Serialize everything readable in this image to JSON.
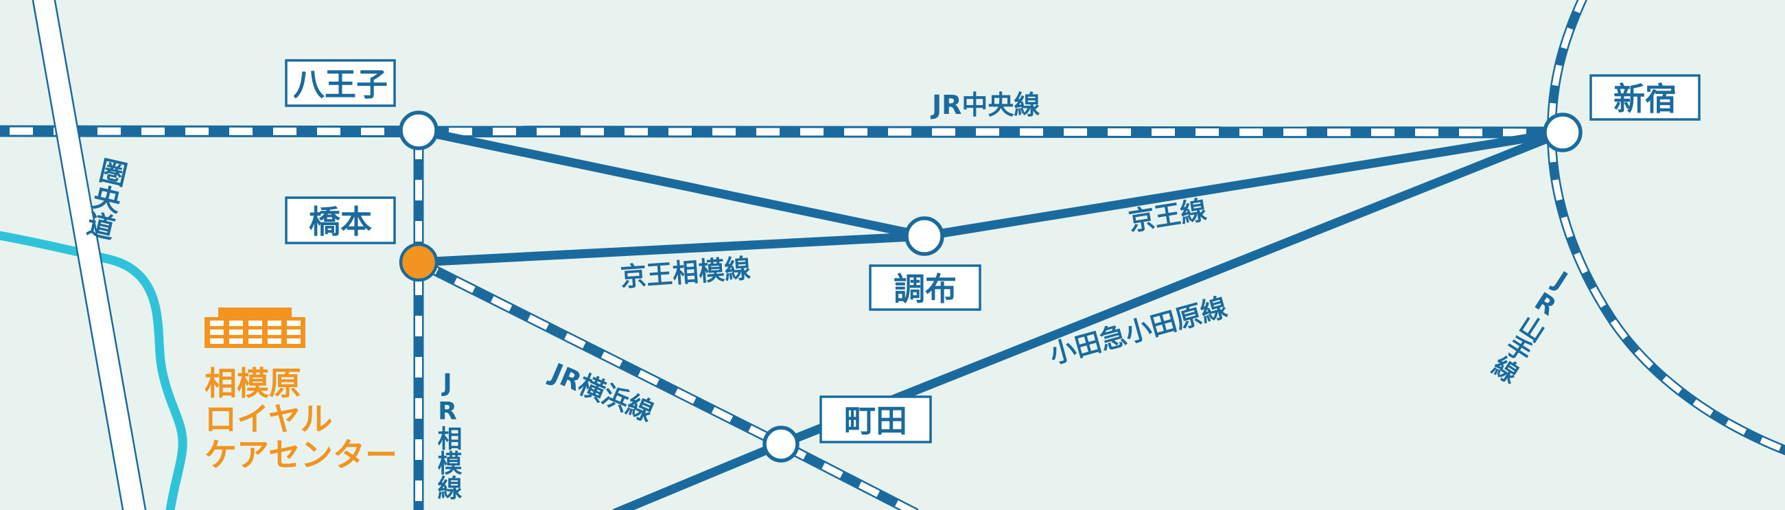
{
  "colors": {
    "blue": "#1b6a9d",
    "orange": "#f2941f",
    "bg": "#e8f3ef",
    "river": "#2fc3d9"
  },
  "map": {
    "stations": {
      "hachioji": {
        "label": "八王子"
      },
      "hashimoto": {
        "label": "橋本"
      },
      "chofu": {
        "label": "調布"
      },
      "machida": {
        "label": "町田"
      },
      "shinjuku": {
        "label": "新宿"
      }
    },
    "lines": {
      "jr_chuo": {
        "label": "JR中央線",
        "style": "dashed-railway"
      },
      "jr_yamanote": {
        "label": "JR山手線",
        "style": "dashed-railway"
      },
      "jr_yokohama": {
        "label": "JR横浜線",
        "style": "dashed-railway"
      },
      "jr_sagami": {
        "label": "JR相模線",
        "style": "dashed-railway"
      },
      "keio": {
        "label": "京王線",
        "style": "solid"
      },
      "keio_sagamihara": {
        "label": "京王相模線",
        "style": "solid"
      },
      "odakyu_odawara": {
        "label": "小田急小田原線",
        "style": "solid"
      }
    },
    "road": {
      "label": "圏央道"
    },
    "facility": {
      "name": "相模原ロイヤルケアセンター",
      "name_line1": "相模原",
      "name_line2": "ロイヤル",
      "name_line3": "ケアセンター"
    }
  }
}
